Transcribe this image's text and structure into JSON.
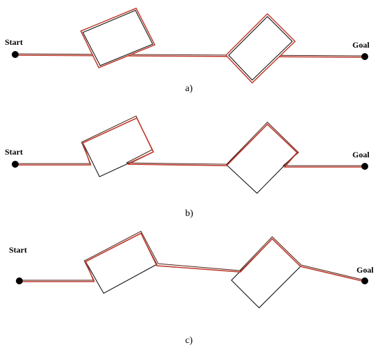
{
  "start_label": "Start",
  "goal_label": "Goal",
  "panels": [
    {
      "caption": "a)"
    },
    {
      "caption": "b)"
    },
    {
      "caption": "c)"
    }
  ],
  "colors": {
    "path": "#c0392b",
    "path_dark": "#4a1a10",
    "obstacle": "#000000",
    "node": "#000000"
  }
}
